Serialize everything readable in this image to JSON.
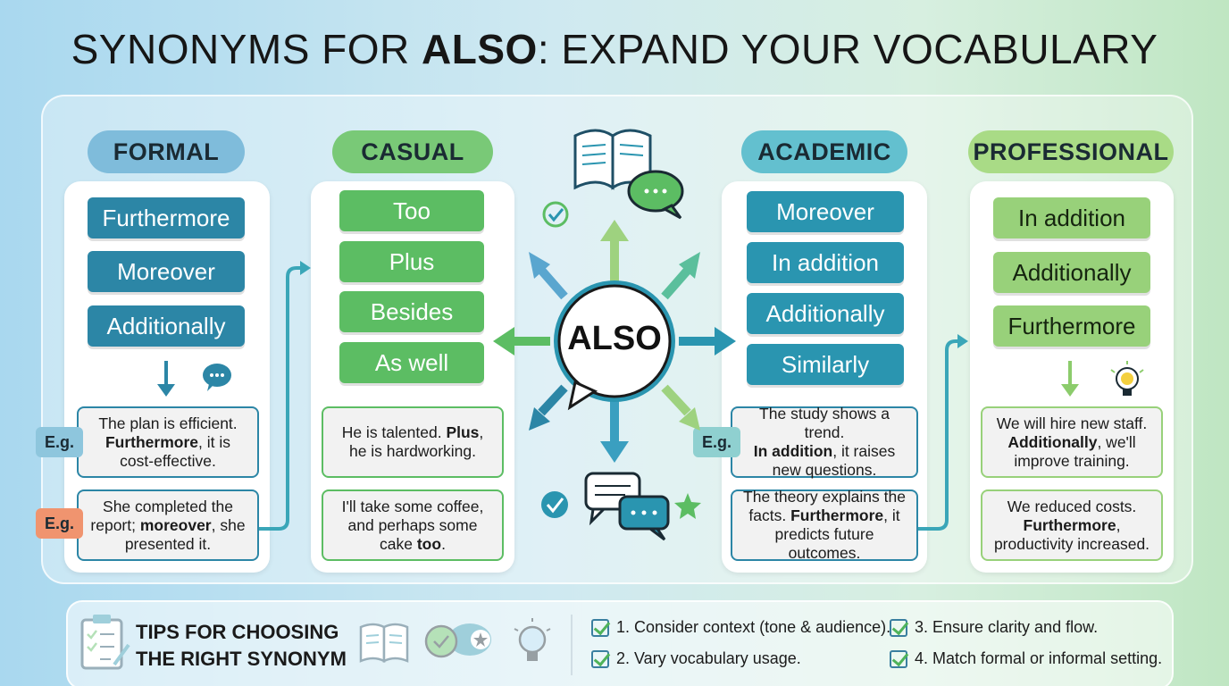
{
  "title": {
    "prefix": "SYNONYMS FOR ",
    "bold": "ALSO",
    "suffix": ": EXPAND YOUR VOCABULARY"
  },
  "hub": {
    "label": "ALSO"
  },
  "columns": [
    {
      "name": "FORMAL",
      "synonyms": [
        "Furthermore",
        "Moreover",
        "Additionally"
      ],
      "examples": [
        {
          "tag": "E.g.",
          "lines": [
            [
              "The plan is efficient.",
              ""
            ],
            [
              "",
              "Furthermore"
            ],
            [
              ", it is",
              ""
            ],
            [
              "cost-effective.",
              ""
            ]
          ]
        },
        {
          "tag": "E.g.",
          "lines": [
            [
              "She completed the",
              ""
            ],
            [
              "report; ",
              "moreover"
            ],
            [
              ", she",
              ""
            ],
            [
              "presented it.",
              ""
            ]
          ]
        }
      ]
    },
    {
      "name": "CASUAL",
      "synonyms": [
        "Too",
        "Plus",
        "Besides",
        "As well"
      ],
      "examples": [
        {
          "lines": [
            [
              "He is talented. ",
              "Plus"
            ],
            [
              ",",
              ""
            ],
            [
              "he is hardworking.",
              ""
            ]
          ]
        },
        {
          "lines": [
            [
              "I'll take some coffee,",
              ""
            ],
            [
              "and perhaps some",
              ""
            ],
            [
              "cake ",
              "too"
            ],
            [
              ".",
              ""
            ]
          ]
        }
      ]
    },
    {
      "name": "ACADEMIC",
      "synonyms": [
        "Moreover",
        "In addition",
        "Additionally",
        "Similarly"
      ],
      "examples": [
        {
          "tag": "E.g.",
          "lines": [
            [
              "The study shows a trend.",
              ""
            ],
            [
              "",
              "In addition"
            ],
            [
              ", it raises",
              ""
            ],
            [
              "new questions.",
              ""
            ]
          ]
        },
        {
          "lines": [
            [
              "The theory explains the",
              ""
            ],
            [
              "facts. ",
              "Furthermore"
            ],
            [
              ", it",
              ""
            ],
            [
              "predicts future outcomes.",
              ""
            ]
          ]
        }
      ]
    },
    {
      "name": "PROFESSIONAL",
      "synonyms": [
        "In addition",
        "Additionally",
        "Furthermore"
      ],
      "examples": [
        {
          "lines": [
            [
              "We will hire new staff.",
              ""
            ],
            [
              "",
              "Additionally"
            ],
            [
              ", we'll",
              ""
            ],
            [
              "improve training.",
              ""
            ]
          ]
        },
        {
          "lines": [
            [
              "We reduced costs.",
              ""
            ],
            [
              "",
              "Furthermore"
            ],
            [
              ",",
              ""
            ],
            [
              "productivity increased.",
              ""
            ]
          ]
        }
      ]
    }
  ],
  "tips": {
    "title_line1": "TIPS FOR CHOOSING",
    "title_line2": "THE RIGHT SYNONYM",
    "items": [
      "1. Consider context (tone & audience).",
      "2. Vary vocabulary usage.",
      "3. Ensure clarity and flow.",
      "4. Match formal or informal setting."
    ]
  },
  "colors": {
    "formal": "#2c86a6",
    "casual": "#5cbd63",
    "academic": "#2a95b0",
    "professional": "#98d17a",
    "formal_pill": "#7fbcdb",
    "casual_pill": "#79c977",
    "academic_pill": "#63c0cf",
    "professional_pill": "#a9db86"
  },
  "icons": [
    "open-book-icon",
    "speech-bubble-icon",
    "check-circle-icon",
    "chat-bubbles-icon",
    "star-icon",
    "lightbulb-icon",
    "clipboard-icon",
    "chevron-arrow-icon"
  ]
}
